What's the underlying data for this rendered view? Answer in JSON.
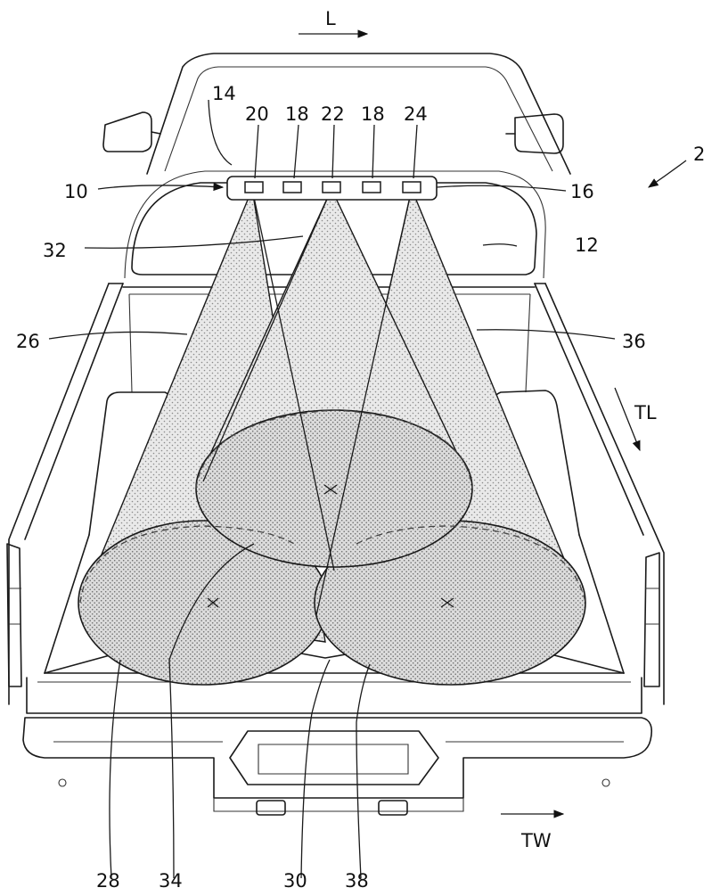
{
  "figure": {
    "ref_numerals": {
      "vehicle": "2",
      "light_assembly": "10",
      "rear_window": "12",
      "roof_edge": "14",
      "housing": "16",
      "led_a": "18",
      "led_b": "18",
      "light_source_left": "20",
      "light_source_center": "22",
      "light_source_right": "24",
      "beam_left": "26",
      "spot_left": "28",
      "bed_floor": "30",
      "beam_center": "32",
      "spot_center": "34",
      "beam_right": "36",
      "spot_right": "38"
    },
    "direction_labels": {
      "longitudinal": "L",
      "transverse_lateral": "TL",
      "transverse_width": "TW"
    }
  }
}
